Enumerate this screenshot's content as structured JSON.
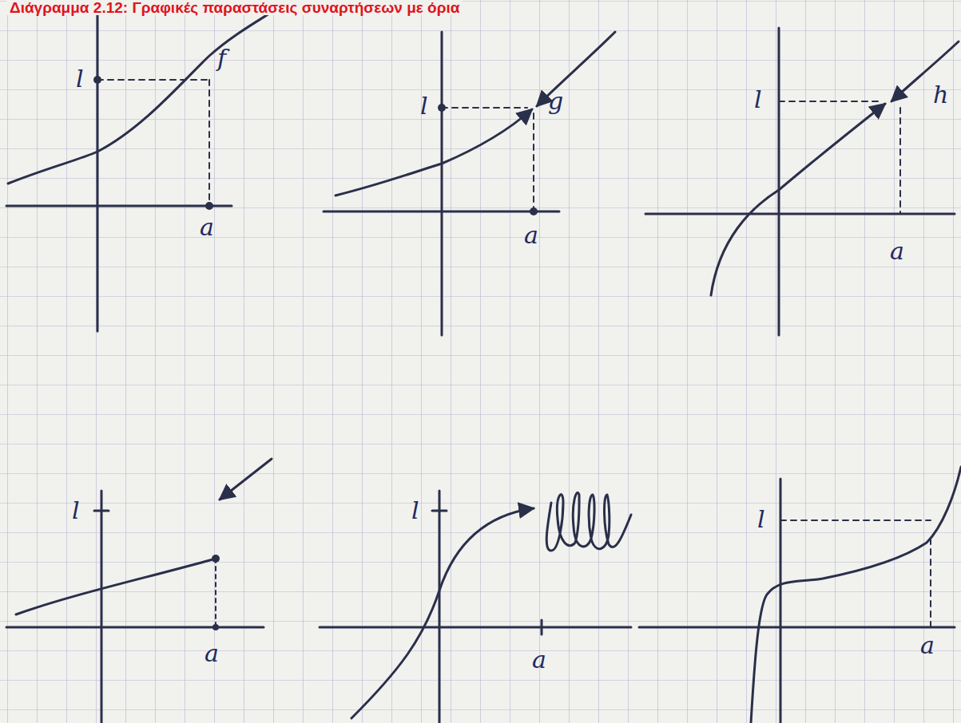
{
  "diagram": {
    "title": "Διάγραμμα 2.12: Γραφικές παραστάσεις συναρτήσεων με όρια",
    "labels": [
      "l",
      "f",
      "a",
      "l",
      "g",
      "a",
      "l",
      "h",
      "a",
      "l",
      "a",
      "l",
      "a",
      "l",
      "a"
    ]
  }
}
